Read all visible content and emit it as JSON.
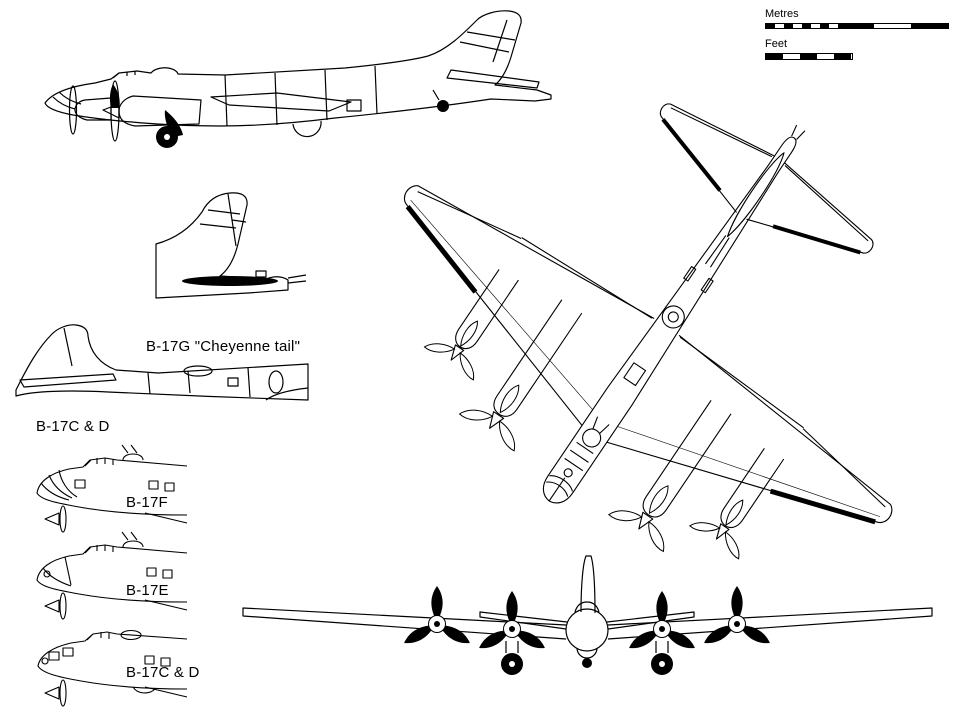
{
  "scalebar": {
    "metres_label": "Metres",
    "feet_label": "Feet"
  },
  "labels": {
    "tail_detail": "B-17G \"Cheyenne tail\"",
    "side_variant": "B-17C & D",
    "nose_f": "B-17F",
    "nose_e": "B-17E",
    "nose_cd": "B-17C & D"
  },
  "colors": {
    "line": "#000000",
    "background": "#ffffff",
    "fill_accent": "#000000"
  }
}
